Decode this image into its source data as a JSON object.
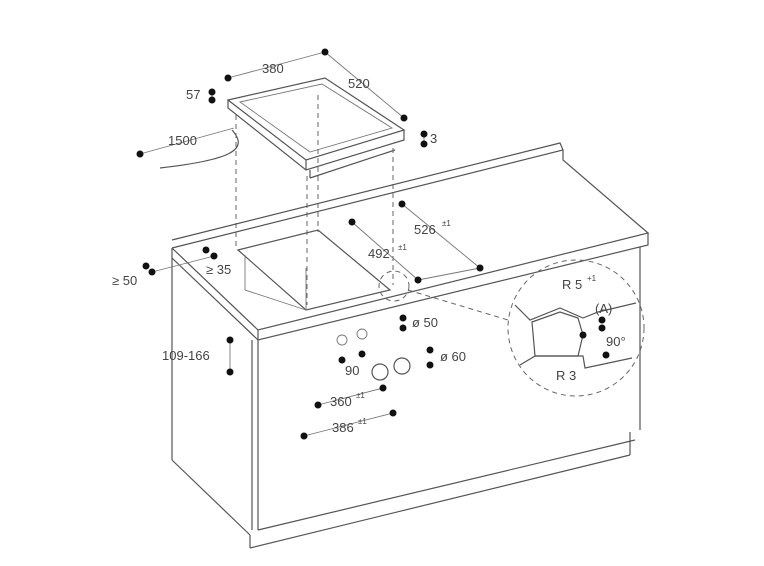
{
  "diagram": {
    "title": "Cooktop installation dimensions",
    "labels": {
      "width": "380",
      "depth": "520",
      "height": "57",
      "thickness": "3",
      "cable": "1500",
      "cutout_depth": "526",
      "cutout_depth_tol": "±1",
      "cutout_width": "492",
      "cutout_width_tol": "±1",
      "min_side": "≥ 35",
      "min_front": "≥ 50",
      "hole_small": "ø 50",
      "hole_large": "ø 60",
      "height_range": "109-166",
      "angle": "90",
      "dist_360": "360",
      "dist_360_tol": "±1",
      "dist_386": "386",
      "dist_386_tol": "±1"
    },
    "detail": {
      "radius_top": "R 5",
      "radius_top_tol": "+1",
      "marker": "(A)",
      "angle": "90°",
      "radius_bottom": "R 3"
    },
    "colors": {
      "line": "#555555",
      "dot": "#111111"
    }
  }
}
